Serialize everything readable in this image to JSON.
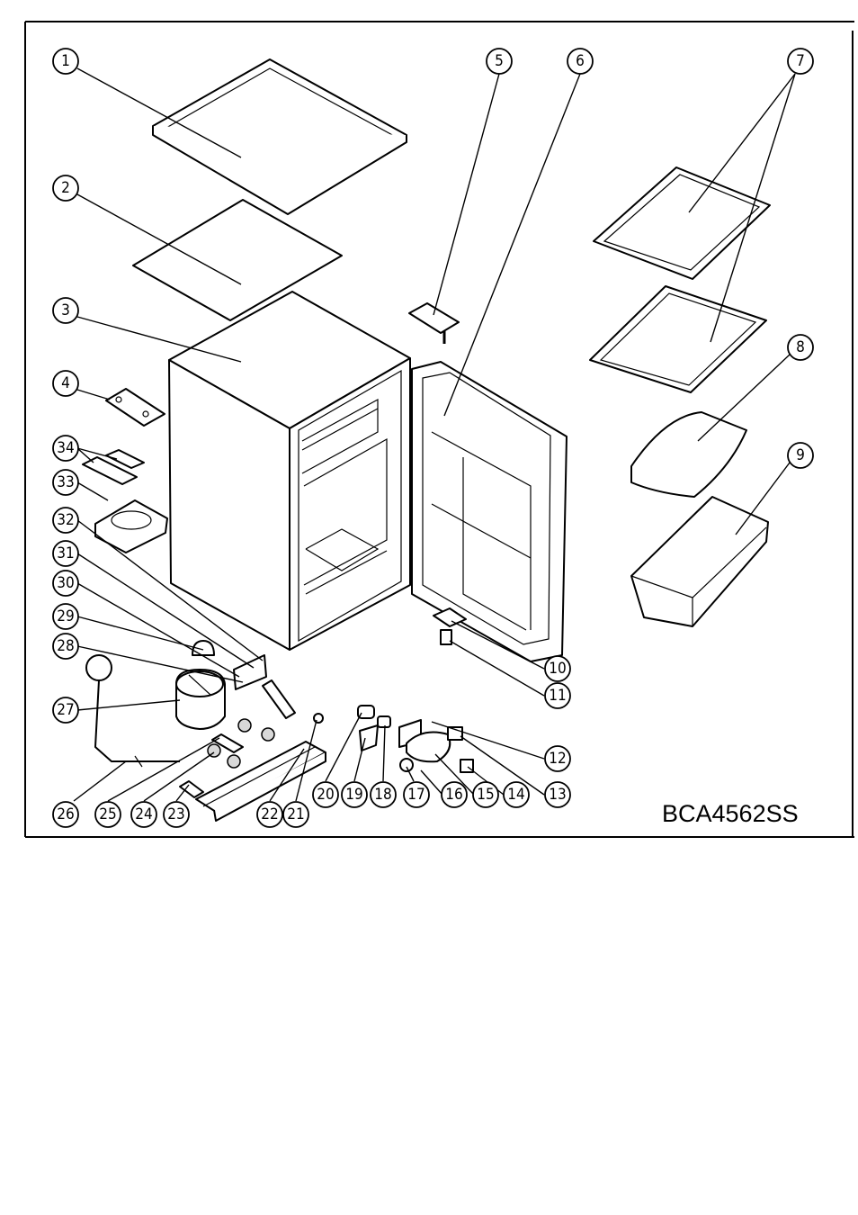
{
  "model_label": "BCA4562SS",
  "callouts": [
    "1",
    "2",
    "3",
    "4",
    "5",
    "6",
    "7",
    "8",
    "9",
    "10",
    "11",
    "12",
    "13",
    "14",
    "15",
    "16",
    "17",
    "18",
    "19",
    "20",
    "21",
    "22",
    "23",
    "24",
    "25",
    "26",
    "27",
    "28",
    "29",
    "30",
    "31",
    "32",
    "33",
    "34"
  ]
}
